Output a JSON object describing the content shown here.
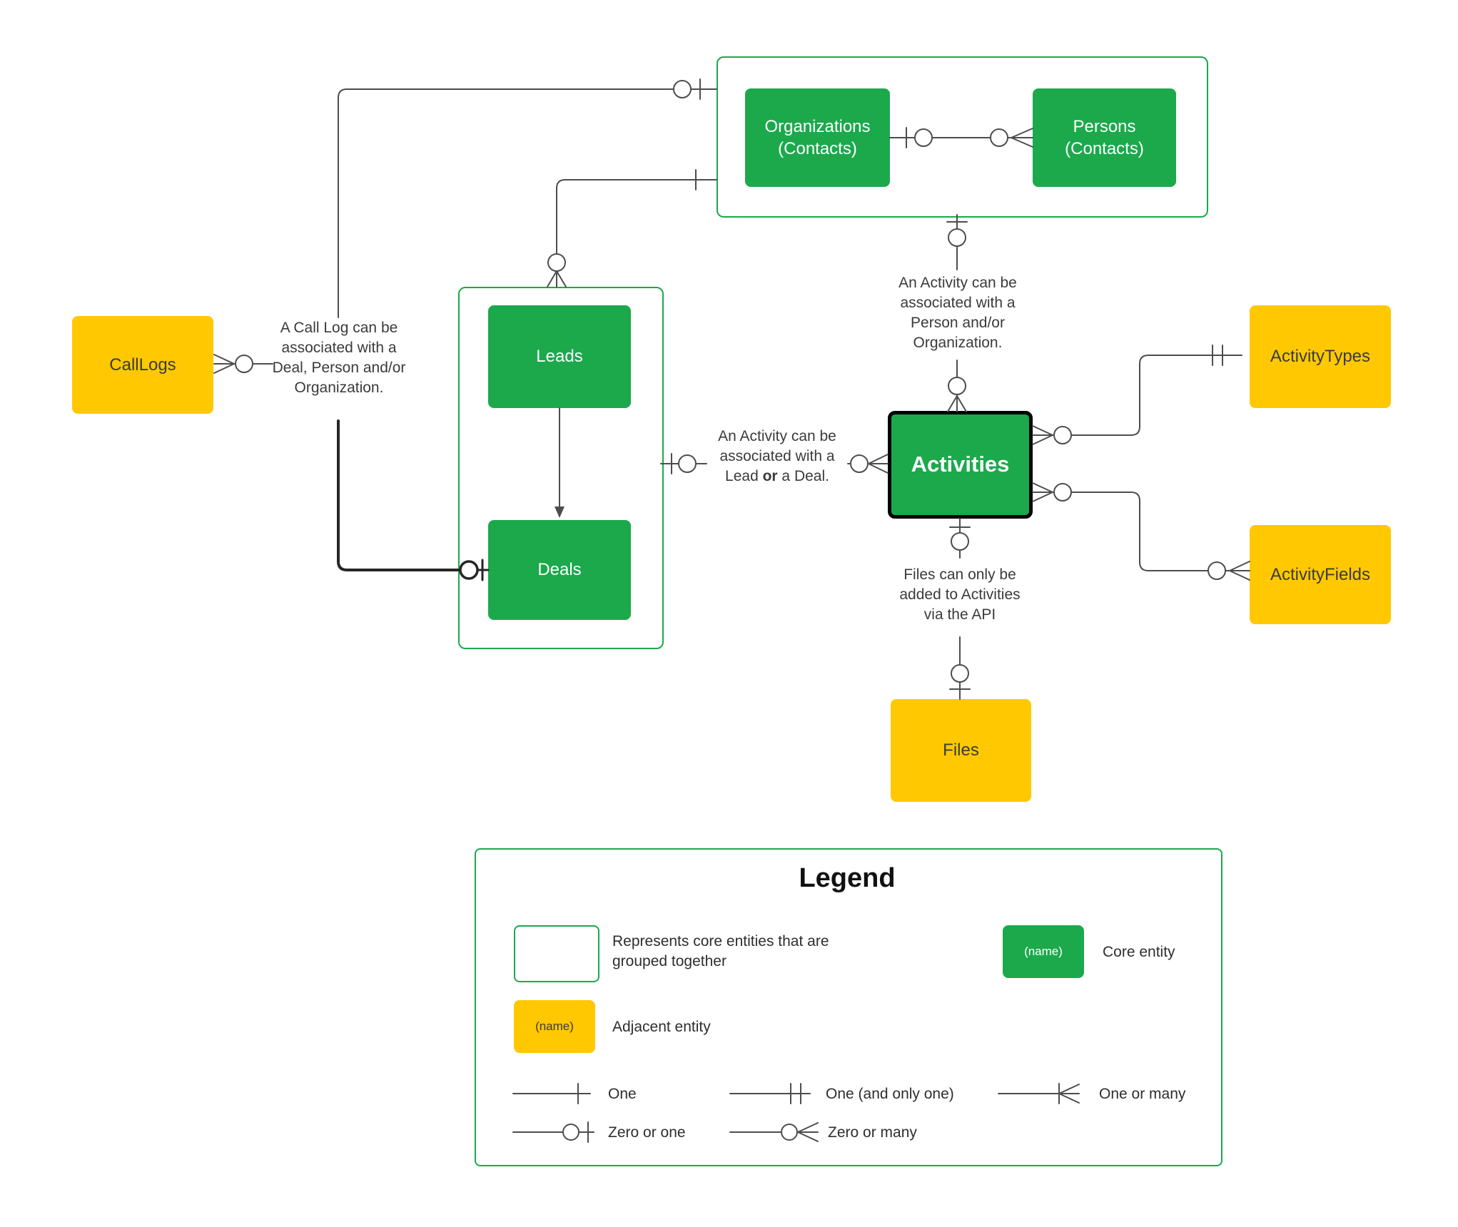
{
  "colors": {
    "core_green": "#1ba94c",
    "adjacent_yellow": "#ffc800",
    "line_gray": "#4d4d4d",
    "line_dark": "#262626",
    "text_dark": "#3b3b3b"
  },
  "entities": {
    "organizations": {
      "line1": "Organizations",
      "line2": "(Contacts)"
    },
    "persons": {
      "line1": "Persons",
      "line2": "(Contacts)"
    },
    "leads": {
      "label": "Leads"
    },
    "deals": {
      "label": "Deals"
    },
    "calllogs": {
      "label": "CallLogs"
    },
    "activities": {
      "label": "Activities"
    },
    "activity_types": {
      "label": "ActivityTypes"
    },
    "activity_fields": {
      "label": "ActivityFields"
    },
    "files": {
      "label": "Files"
    }
  },
  "annotations": {
    "calllog_note": "A Call Log can be associated with a Deal, Person and/or Organization.",
    "activity_person_note": "An Activity can be associated with a Person and/or Organization.",
    "activity_lead_note_pre": "An Activity can be associated with a Lead ",
    "activity_lead_note_bold": "or",
    "activity_lead_note_post": " a Deal.",
    "files_note": "Files can only be added to Activities via the API"
  },
  "legend": {
    "title": "Legend",
    "group_box_label": "Represents core entities that are grouped together",
    "core_entity_sample": "(name)",
    "core_entity_label": "Core entity",
    "adjacent_entity_sample": "(name)",
    "adjacent_entity_label": "Adjacent entity",
    "symbols": [
      {
        "name": "one",
        "label": "One"
      },
      {
        "name": "one-and-only-one",
        "label": "One (and only one)"
      },
      {
        "name": "one-or-many",
        "label": "One or many"
      },
      {
        "name": "zero-or-one",
        "label": "Zero or one"
      },
      {
        "name": "zero-or-many",
        "label": "Zero or many"
      }
    ]
  }
}
